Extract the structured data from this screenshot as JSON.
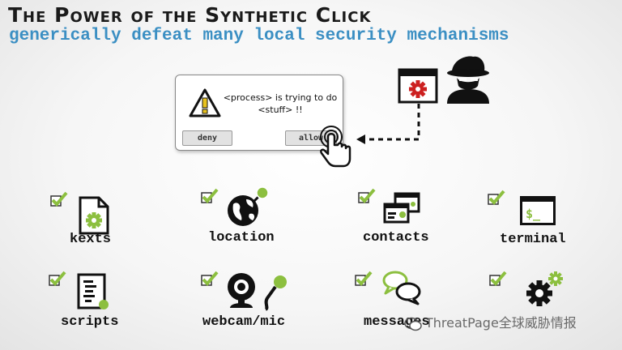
{
  "slide": {
    "title": "The Power of the Synthetic Click",
    "subtitle": "generically defeat many local security mechanisms"
  },
  "dialog": {
    "message": "<process> is trying to do <stuff> !!",
    "deny_label": "deny",
    "allow_label": "allow",
    "icon": "warning-icon"
  },
  "attacker": {
    "icons": [
      "gear-window-icon",
      "spy-icon"
    ]
  },
  "features": [
    {
      "label": "kexts",
      "icon": "gear-document-icon",
      "checked": true
    },
    {
      "label": "location",
      "icon": "globe-pin-icon",
      "checked": true
    },
    {
      "label": "contacts",
      "icon": "contact-cards-icon",
      "checked": true
    },
    {
      "label": "terminal",
      "icon": "terminal-icon",
      "checked": true
    },
    {
      "label": "scripts",
      "icon": "script-document-icon",
      "checked": true
    },
    {
      "label": "webcam/mic",
      "icon": "webcam-mic-icon",
      "checked": true
    },
    {
      "label": "messages",
      "icon": "chat-bubbles-icon",
      "checked": true
    },
    {
      "label": "",
      "icon": "gears-icon",
      "checked": true
    }
  ],
  "colors": {
    "accent_blue": "#3b8fc3",
    "check_green": "#8cbf3f",
    "gear_red": "#cc1f1f"
  },
  "watermark": {
    "text": "ThreatPage全球威胁情报"
  }
}
